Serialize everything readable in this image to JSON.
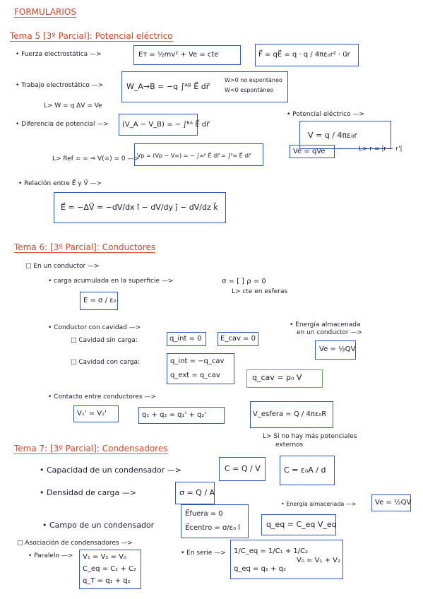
{
  "title": "FORMULARIOS",
  "t5": {
    "heading": "Tema 5 [3º Parcial]: Potencial eléctrico",
    "fuerza_label": "• Fuerza electrostática —>",
    "fuerza_eq1": "Eᴛ = ½mv² + Ve = cte",
    "fuerza_eq2": "F⃗ = qE⃗ = q · q / 4πε₀r² · u⃗r",
    "trabajo_label": "• Trabajo electrostático —>",
    "trabajo_eq": "W_A→B = −q ∫ᴬᴮ E⃗ dr⃗",
    "trabajo_c1": "W>0  no espontáneo",
    "trabajo_c2": "W<0  espontáneo",
    "trabajo_note": "L> W = q ΔV = Ve",
    "pot_label": "• Potencial eléctrico —>",
    "pot_eq": "V = q / 4πε₀r",
    "pot_note": "L> r = |r − r'|",
    "pot_ve": "Ve = qVe",
    "dif_label": "• Diferencia de potencial —>",
    "dif_eq": "(V_A − V_B) = − ∫ᴮᴬ E⃗ dr⃗",
    "ref_note": "L> Ref = ∞ ⇒ V(∞) = 0 —>",
    "ref_eq": "Vp = (Vp − V∞) = − ∫∞ᴾ E⃗ dr⃗ = ∫ᴾ∞ E⃗ dr⃗",
    "rel_label": "• Relación entre E⃗ y V⃗ —>",
    "rel_eq": "E⃗ = −ΔV⃗ = −dV/dx î − dV/dy ĵ − dV/dz k⃗"
  },
  "t6": {
    "heading": "Tema 6: [3º Parcial]: Conductores",
    "en_cond": "□ En un conductor —>",
    "carga_sup": "• carga acumulada en la superficie —>",
    "sigma_eq": "σ = [ ]   ρ = 0",
    "esferas_note": "L> cte en esferas",
    "e_eq": "E = σ / ε₀",
    "cond_cav": "• Conductor con cavidad —>",
    "energia_label1": "• Energía almacenada",
    "energia_label2": "en un conductor —>",
    "energia_eq": "Ve = ½QV",
    "cav_sin": "□ Cavidad sin carga:",
    "qint0": "q_int = 0",
    "ecav0": "E_cav = 0",
    "cav_con": "□ Cavidad con carga:",
    "qint_eq": "q_int = −q_cav",
    "qext_eq": "q_ext = q_cav",
    "qcav_eq": "q_cav = ρ₀ V",
    "contacto": "• Contacto entre conductores —>",
    "v1v2": "V₁' = V₂'",
    "qsum": "q₁ + q₂ = q₁' + q₂'",
    "vesfera": "V_esfera = Q / 4πε₀R",
    "note1": "L> Si no hay más potenciales",
    "note2": "externos"
  },
  "t7": {
    "heading": "Tema 7: [3º Parcial]: Condensadores",
    "cap_label": "• Capacidad de un condensador —>",
    "cap_eq1": "C = Q / V",
    "cap_eq2": "C = ε₀A / d",
    "dens_label": "• Densidad de carga —>",
    "dens_eq": "σ = Q / A",
    "energia_label": "• Energía almacenada —>",
    "energia_eq": "Ve = ½QV",
    "campo_label": "• Campo de un condensador",
    "campo_eq1": "E⃗fuera = 0",
    "campo_eq2": "E⃗centro = σ/ε₀ î",
    "qeq": "q_eq = C_eq V_eq",
    "asoc": "□ Asociación de condensadores —>",
    "paralelo": "• Paralelo —>",
    "par_eq1": "V₁ = V₂ = V₀",
    "par_eq2": "C_eq = C₁ + C₂",
    "par_eq3": "q_T = q₁ + q₂",
    "serie": "• En serie —>",
    "ser_eq1": "1/C_eq = 1/C₁ + 1/C₂",
    "ser_eq2": "q_eq = q₁ + q₂",
    "ser_eq3": "V₀ = V₁ + V₂"
  }
}
